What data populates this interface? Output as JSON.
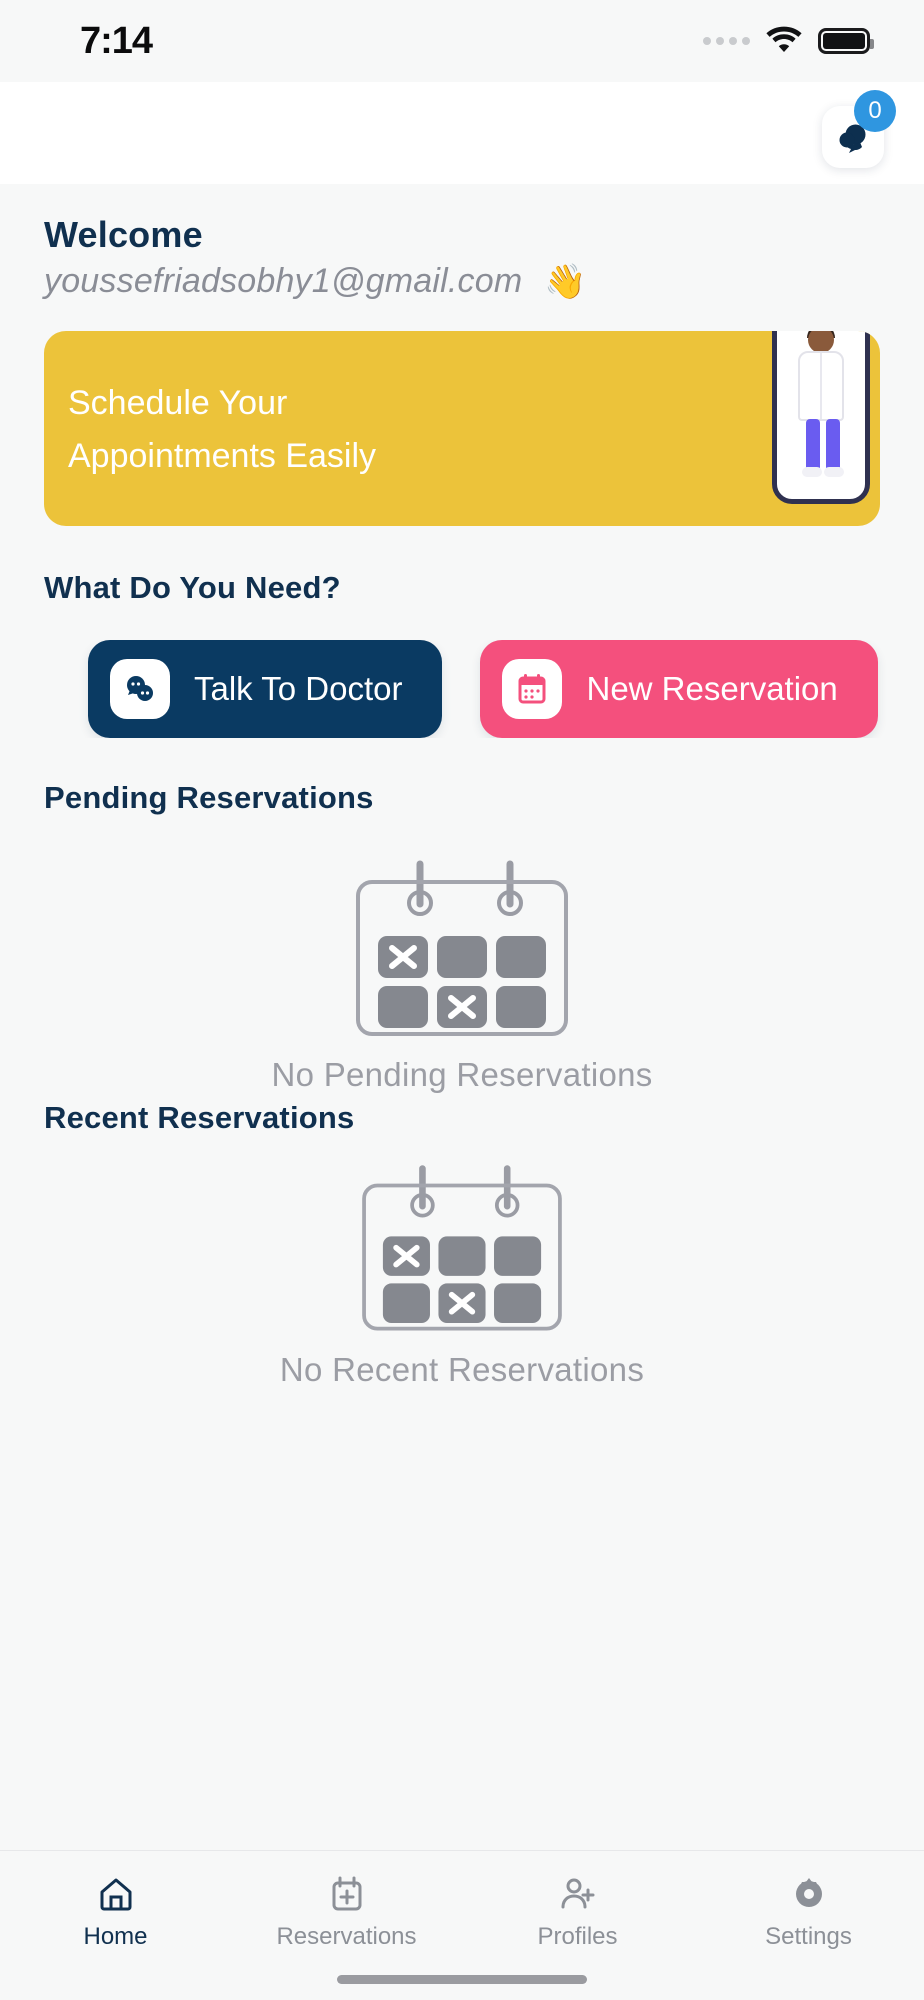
{
  "status_bar": {
    "time": "7:14",
    "signal_icon": "signal-dots-icon",
    "wifi_icon": "wifi-icon",
    "battery_icon": "battery-full-icon"
  },
  "app_bar": {
    "chat_icon": "chat-bubbles-icon",
    "chat_badge_count": "0",
    "badge_color": "#2f96e0"
  },
  "welcome": {
    "title": "Welcome",
    "email": "youssefriadsobhy1@gmail.com",
    "wave_emoji": "👋"
  },
  "banner": {
    "line1": "Schedule Your",
    "line2": "Appointments Easily",
    "background_color": "#ecc33a",
    "illustration": "doctor-on-phone-illustration"
  },
  "needs_section": {
    "title": "What Do You Need?",
    "actions": [
      {
        "label": "Talk To Doctor",
        "icon": "chat-bubbles-icon",
        "color": "#0a3a62"
      },
      {
        "label": "New Reservation",
        "icon": "calendar-icon",
        "color": "#f4507d"
      }
    ]
  },
  "pending_section": {
    "title": "Pending Reservations",
    "empty_text": "No Pending Reservations",
    "empty_icon": "empty-calendar-icon"
  },
  "recent_section": {
    "title": "Recent Reservations",
    "empty_text": "No Recent Reservations",
    "empty_icon": "empty-calendar-icon"
  },
  "bottom_nav": {
    "items": [
      {
        "label": "Home",
        "icon": "home-icon",
        "active": true
      },
      {
        "label": "Reservations",
        "icon": "calendar-plus-icon",
        "active": false
      },
      {
        "label": "Profiles",
        "icon": "people-add-icon",
        "active": false
      },
      {
        "label": "Settings",
        "icon": "gear-icon",
        "active": false
      }
    ]
  },
  "colors": {
    "navy": "#10304f",
    "pink": "#f4507d",
    "yellow": "#ecc33a",
    "blue": "#2f96e0",
    "gray_text": "#9b9da4"
  }
}
